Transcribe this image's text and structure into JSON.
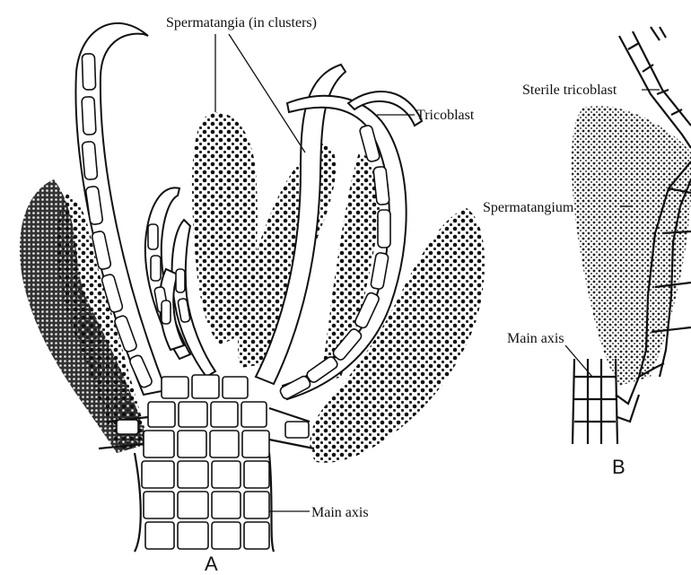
{
  "labels": {
    "spermatangia": "Spermatangia (in clusters)",
    "tricoblast": "Tricoblast",
    "main_axis_a": "Main axis",
    "sterile_tricoblast": "Sterile tricoblast",
    "spermatangium": "Spermatangium",
    "main_axis_b": "Main axis",
    "panel_a": "A",
    "panel_b": "B"
  }
}
